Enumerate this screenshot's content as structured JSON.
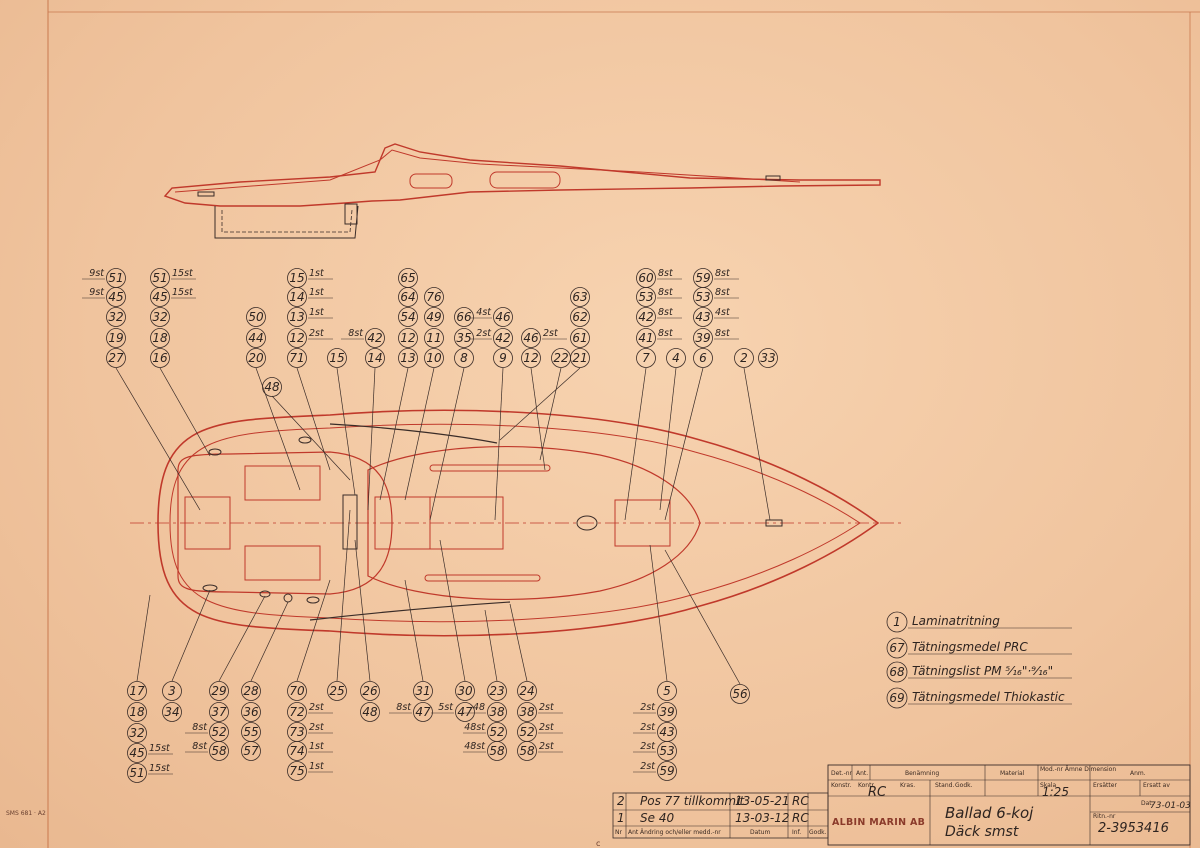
{
  "sheet_code": "SMS 681 · A2",
  "centre_mark": "c",
  "callouts": {
    "upper": [
      {
        "num": "51",
        "qty": "9st",
        "qty_side": "left"
      },
      {
        "num": "45",
        "qty": "9st",
        "qty_side": "left"
      },
      {
        "num": "32"
      },
      {
        "num": "19"
      },
      {
        "num": "27"
      },
      {
        "num": "51",
        "qty": "15st",
        "qty_side": "right"
      },
      {
        "num": "45",
        "qty": "15st",
        "qty_side": "right"
      },
      {
        "num": "32"
      },
      {
        "num": "18"
      },
      {
        "num": "16"
      },
      {
        "num": "50"
      },
      {
        "num": "44"
      },
      {
        "num": "20"
      },
      {
        "num": "15",
        "qty": "1st",
        "qty_side": "right"
      },
      {
        "num": "14",
        "qty": "1st",
        "qty_side": "right"
      },
      {
        "num": "13",
        "qty": "1st",
        "qty_side": "right"
      },
      {
        "num": "12",
        "qty": "2st",
        "qty_side": "right"
      },
      {
        "num": "71"
      },
      {
        "num": "15"
      },
      {
        "num": "42",
        "qty": "8st",
        "qty_side": "left"
      },
      {
        "num": "14"
      },
      {
        "num": "65"
      },
      {
        "num": "64"
      },
      {
        "num": "54"
      },
      {
        "num": "12"
      },
      {
        "num": "13"
      },
      {
        "num": "76"
      },
      {
        "num": "49"
      },
      {
        "num": "11"
      },
      {
        "num": "10"
      },
      {
        "num": "66"
      },
      {
        "num": "35"
      },
      {
        "num": "8"
      },
      {
        "num": "46",
        "qty": "4st",
        "qty_side": "left"
      },
      {
        "num": "42",
        "qty": "2st",
        "qty_side": "left"
      },
      {
        "num": "9"
      },
      {
        "num": "46",
        "qty": "2st",
        "qty_side": "right"
      },
      {
        "num": "12"
      },
      {
        "num": "22"
      },
      {
        "num": "63"
      },
      {
        "num": "62"
      },
      {
        "num": "61"
      },
      {
        "num": "21"
      },
      {
        "num": "60",
        "qty": "8st",
        "qty_side": "right"
      },
      {
        "num": "53",
        "qty": "8st",
        "qty_side": "right"
      },
      {
        "num": "42",
        "qty": "8st",
        "qty_side": "right"
      },
      {
        "num": "41",
        "qty": "8st",
        "qty_side": "right"
      },
      {
        "num": "7"
      },
      {
        "num": "4"
      },
      {
        "num": "59",
        "qty": "8st",
        "qty_side": "right"
      },
      {
        "num": "53",
        "qty": "8st",
        "qty_side": "right"
      },
      {
        "num": "43",
        "qty": "4st",
        "qty_side": "right"
      },
      {
        "num": "39",
        "qty": "8st",
        "qty_side": "right"
      },
      {
        "num": "6"
      },
      {
        "num": "2"
      },
      {
        "num": "33"
      },
      {
        "num": "48"
      }
    ],
    "lower": [
      {
        "num": "17"
      },
      {
        "num": "18"
      },
      {
        "num": "32"
      },
      {
        "num": "45",
        "qty": "15st",
        "qty_side": "right"
      },
      {
        "num": "51",
        "qty": "15st",
        "qty_side": "right"
      },
      {
        "num": "3"
      },
      {
        "num": "34"
      },
      {
        "num": "29"
      },
      {
        "num": "37"
      },
      {
        "num": "52",
        "qty": "8st",
        "qty_side": "left"
      },
      {
        "num": "58",
        "qty": "8st",
        "qty_side": "left"
      },
      {
        "num": "28"
      },
      {
        "num": "36"
      },
      {
        "num": "55"
      },
      {
        "num": "57"
      },
      {
        "num": "70"
      },
      {
        "num": "72",
        "qty": "2st",
        "qty_side": "right"
      },
      {
        "num": "73",
        "qty": "2st",
        "qty_side": "right"
      },
      {
        "num": "74",
        "qty": "1st",
        "qty_side": "right"
      },
      {
        "num": "75",
        "qty": "1st",
        "qty_side": "right"
      },
      {
        "num": "25"
      },
      {
        "num": "26"
      },
      {
        "num": "48"
      },
      {
        "num": "31"
      },
      {
        "num": "47",
        "qty": "8st",
        "qty_side": "left"
      },
      {
        "num": "30"
      },
      {
        "num": "47",
        "qty": "5st",
        "qty_side": "left"
      },
      {
        "num": "23"
      },
      {
        "num": "38",
        "qty": "48",
        "qty_side": "left"
      },
      {
        "num": "52",
        "qty": "48st",
        "qty_side": "left"
      },
      {
        "num": "58",
        "qty": "48st",
        "qty_side": "left"
      },
      {
        "num": "24"
      },
      {
        "num": "38",
        "qty": "2st",
        "qty_side": "right"
      },
      {
        "num": "52",
        "qty": "2st",
        "qty_side": "right"
      },
      {
        "num": "58",
        "qty": "2st",
        "qty_side": "right"
      },
      {
        "num": "5"
      },
      {
        "num": "39",
        "qty": "2st",
        "qty_side": "left"
      },
      {
        "num": "43",
        "qty": "2st",
        "qty_side": "left"
      },
      {
        "num": "53",
        "qty": "2st",
        "qty_side": "left"
      },
      {
        "num": "59",
        "qty": "2st",
        "qty_side": "left"
      },
      {
        "num": "56"
      }
    ]
  },
  "legend": [
    {
      "num": "1",
      "text": "Laminatritning"
    },
    {
      "num": "67",
      "text": "Tätningsmedel PRC"
    },
    {
      "num": "68",
      "text": "Tätningslist PM ⁵⁄₁₆\"·⁹⁄₁₆\""
    },
    {
      "num": "69",
      "text": "Tätningsmedel Thiokastic"
    }
  ],
  "revisions": [
    {
      "nr": "2",
      "desc": "Pos 77 tillkommit",
      "date": "13-05-21",
      "sign": "RC"
    },
    {
      "nr": "1",
      "desc": "Se 40",
      "date": "13-03-12",
      "sign": "RC"
    }
  ],
  "revision_headers": {
    "nr": "Nr",
    "ant": "Ant",
    "desc": "Ändring och/eller medd.-nr",
    "date": "Datum",
    "inf": "Inf.",
    "godk": "Godk."
  },
  "title_block": {
    "headers": {
      "detnr": "Det.-nr",
      "ant": "Ant.",
      "benamning": "Benämning",
      "material": "Material",
      "modnr": "Mod.-nr Ämne Dimension",
      "anm": "Anm."
    },
    "row_labels": {
      "konstr": "Konstr.",
      "kontr": "Kontr.",
      "kras": "Kras.",
      "stand": "Stand.",
      "godk": "Godk.",
      "skala": "Skala",
      "ersatter": "Ersätter",
      "ersatt_av": "Ersatt av",
      "datum": "Dat.",
      "ritnr": "Ritn.-nr"
    },
    "signature": "RC",
    "scale": "1:25",
    "date": "73-01-03",
    "company": "ALBIN MARIN AB",
    "title_line1": "Ballad 6-koj",
    "title_line2": "Däck smst",
    "drawing_number": "2-3953416"
  }
}
